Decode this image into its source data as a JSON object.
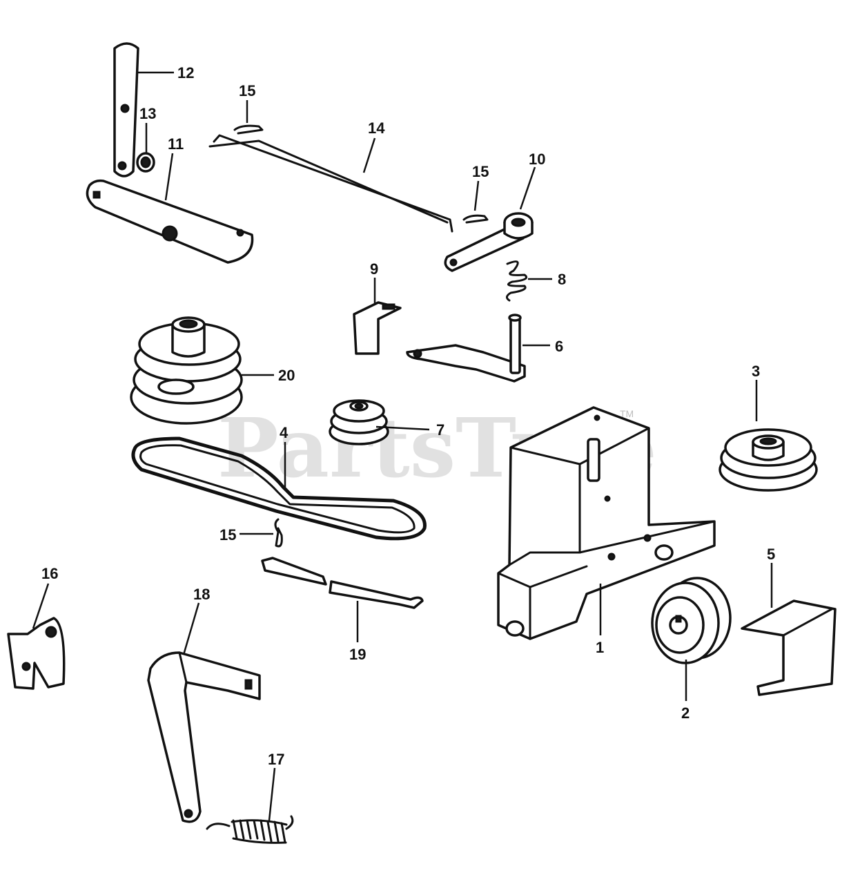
{
  "watermark": {
    "text": "PartsTree",
    "trademark": "TM"
  },
  "callouts": {
    "c1": "1",
    "c2": "2",
    "c3": "3",
    "c4": "4",
    "c5": "5",
    "c6": "6",
    "c7": "7",
    "c8": "8",
    "c9": "9",
    "c10": "10",
    "c11": "11",
    "c12": "12",
    "c13": "13",
    "c14": "14",
    "c15a": "15",
    "c15b": "15",
    "c15c": "15",
    "c16": "16",
    "c17": "17",
    "c18": "18",
    "c19": "19",
    "c20": "20"
  }
}
